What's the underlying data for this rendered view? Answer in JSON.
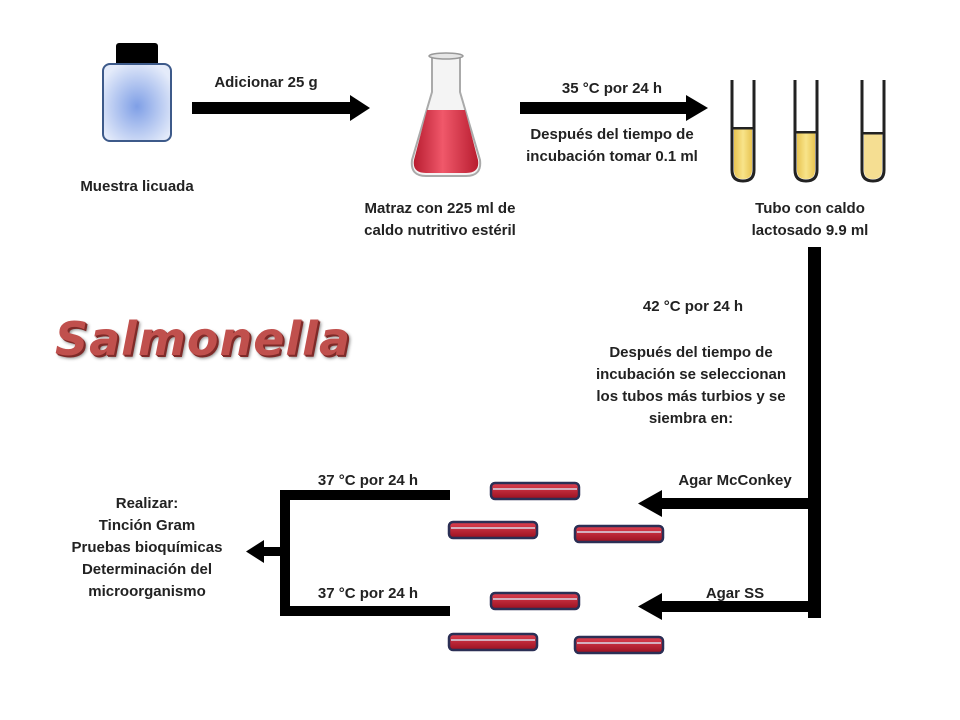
{
  "title": "Salmonella",
  "labels": {
    "sample": "Muestra licuada",
    "add": "Adicionar 25 g",
    "flask": [
      "Matraz con 225 ml de",
      "caldo nutritivo estéril"
    ],
    "incub1_temp": "35 °C por 24 h",
    "incub1_take": [
      "Después del tiempo de",
      "incubación tomar 0.1 ml"
    ],
    "tube": [
      "Tubo con caldo",
      "lactosado 9.9 ml"
    ],
    "incub2_temp": "42 °C por 24 h",
    "incub2_text": [
      "Después del tiempo de",
      "incubación se seleccionan",
      "los tubos más turbios y se",
      "siembra en:"
    ],
    "agar1": "Agar McConkey",
    "agar2": "Agar SS",
    "incub3_temp": "37 °C por 24 h",
    "incub4_temp": "37 °C por 24 h",
    "final": [
      "Realizar:",
      "Tinción Gram",
      "Pruebas bioquímicas",
      "Determinación del",
      "microorganismo"
    ]
  },
  "icons": {
    "sample": "jar-icon",
    "flask": "erlenmeyer-flask-icon",
    "tubes": "test-tubes-icon",
    "plates": "petri-dish-icon"
  },
  "colors": {
    "title": "#c0504d",
    "arrows": "#000000",
    "flask_liquid": "#e0384a",
    "tube_liquid": "#f2d36b",
    "petri": "#c0182a"
  }
}
